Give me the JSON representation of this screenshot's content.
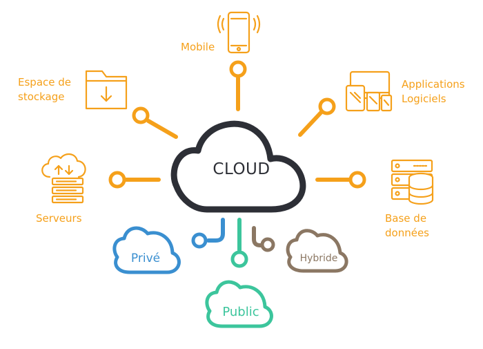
{
  "center": {
    "label": "CLOUD"
  },
  "nodes": {
    "mobile": {
      "label": "Mobile",
      "icon": "mobile-phone-icon"
    },
    "storage": {
      "line1": "Espace de",
      "line2": "stockage",
      "icon": "folder-download-icon"
    },
    "applications": {
      "line1": "Applications",
      "line2": "Logiciels",
      "icon": "devices-icon"
    },
    "servers": {
      "label": "Serveurs",
      "icon": "server-rack-icon"
    },
    "database": {
      "line1": "Base de",
      "line2": "données",
      "icon": "database-icon"
    }
  },
  "deployments": {
    "private": {
      "label": "Privé",
      "color": "#3a8fd0"
    },
    "public": {
      "label": "Public",
      "color": "#3cc59c"
    },
    "hybrid": {
      "label": "Hybride",
      "color": "#8b7763"
    }
  },
  "colors": {
    "accent": "#f5a01a",
    "center": "#2d2f36"
  }
}
